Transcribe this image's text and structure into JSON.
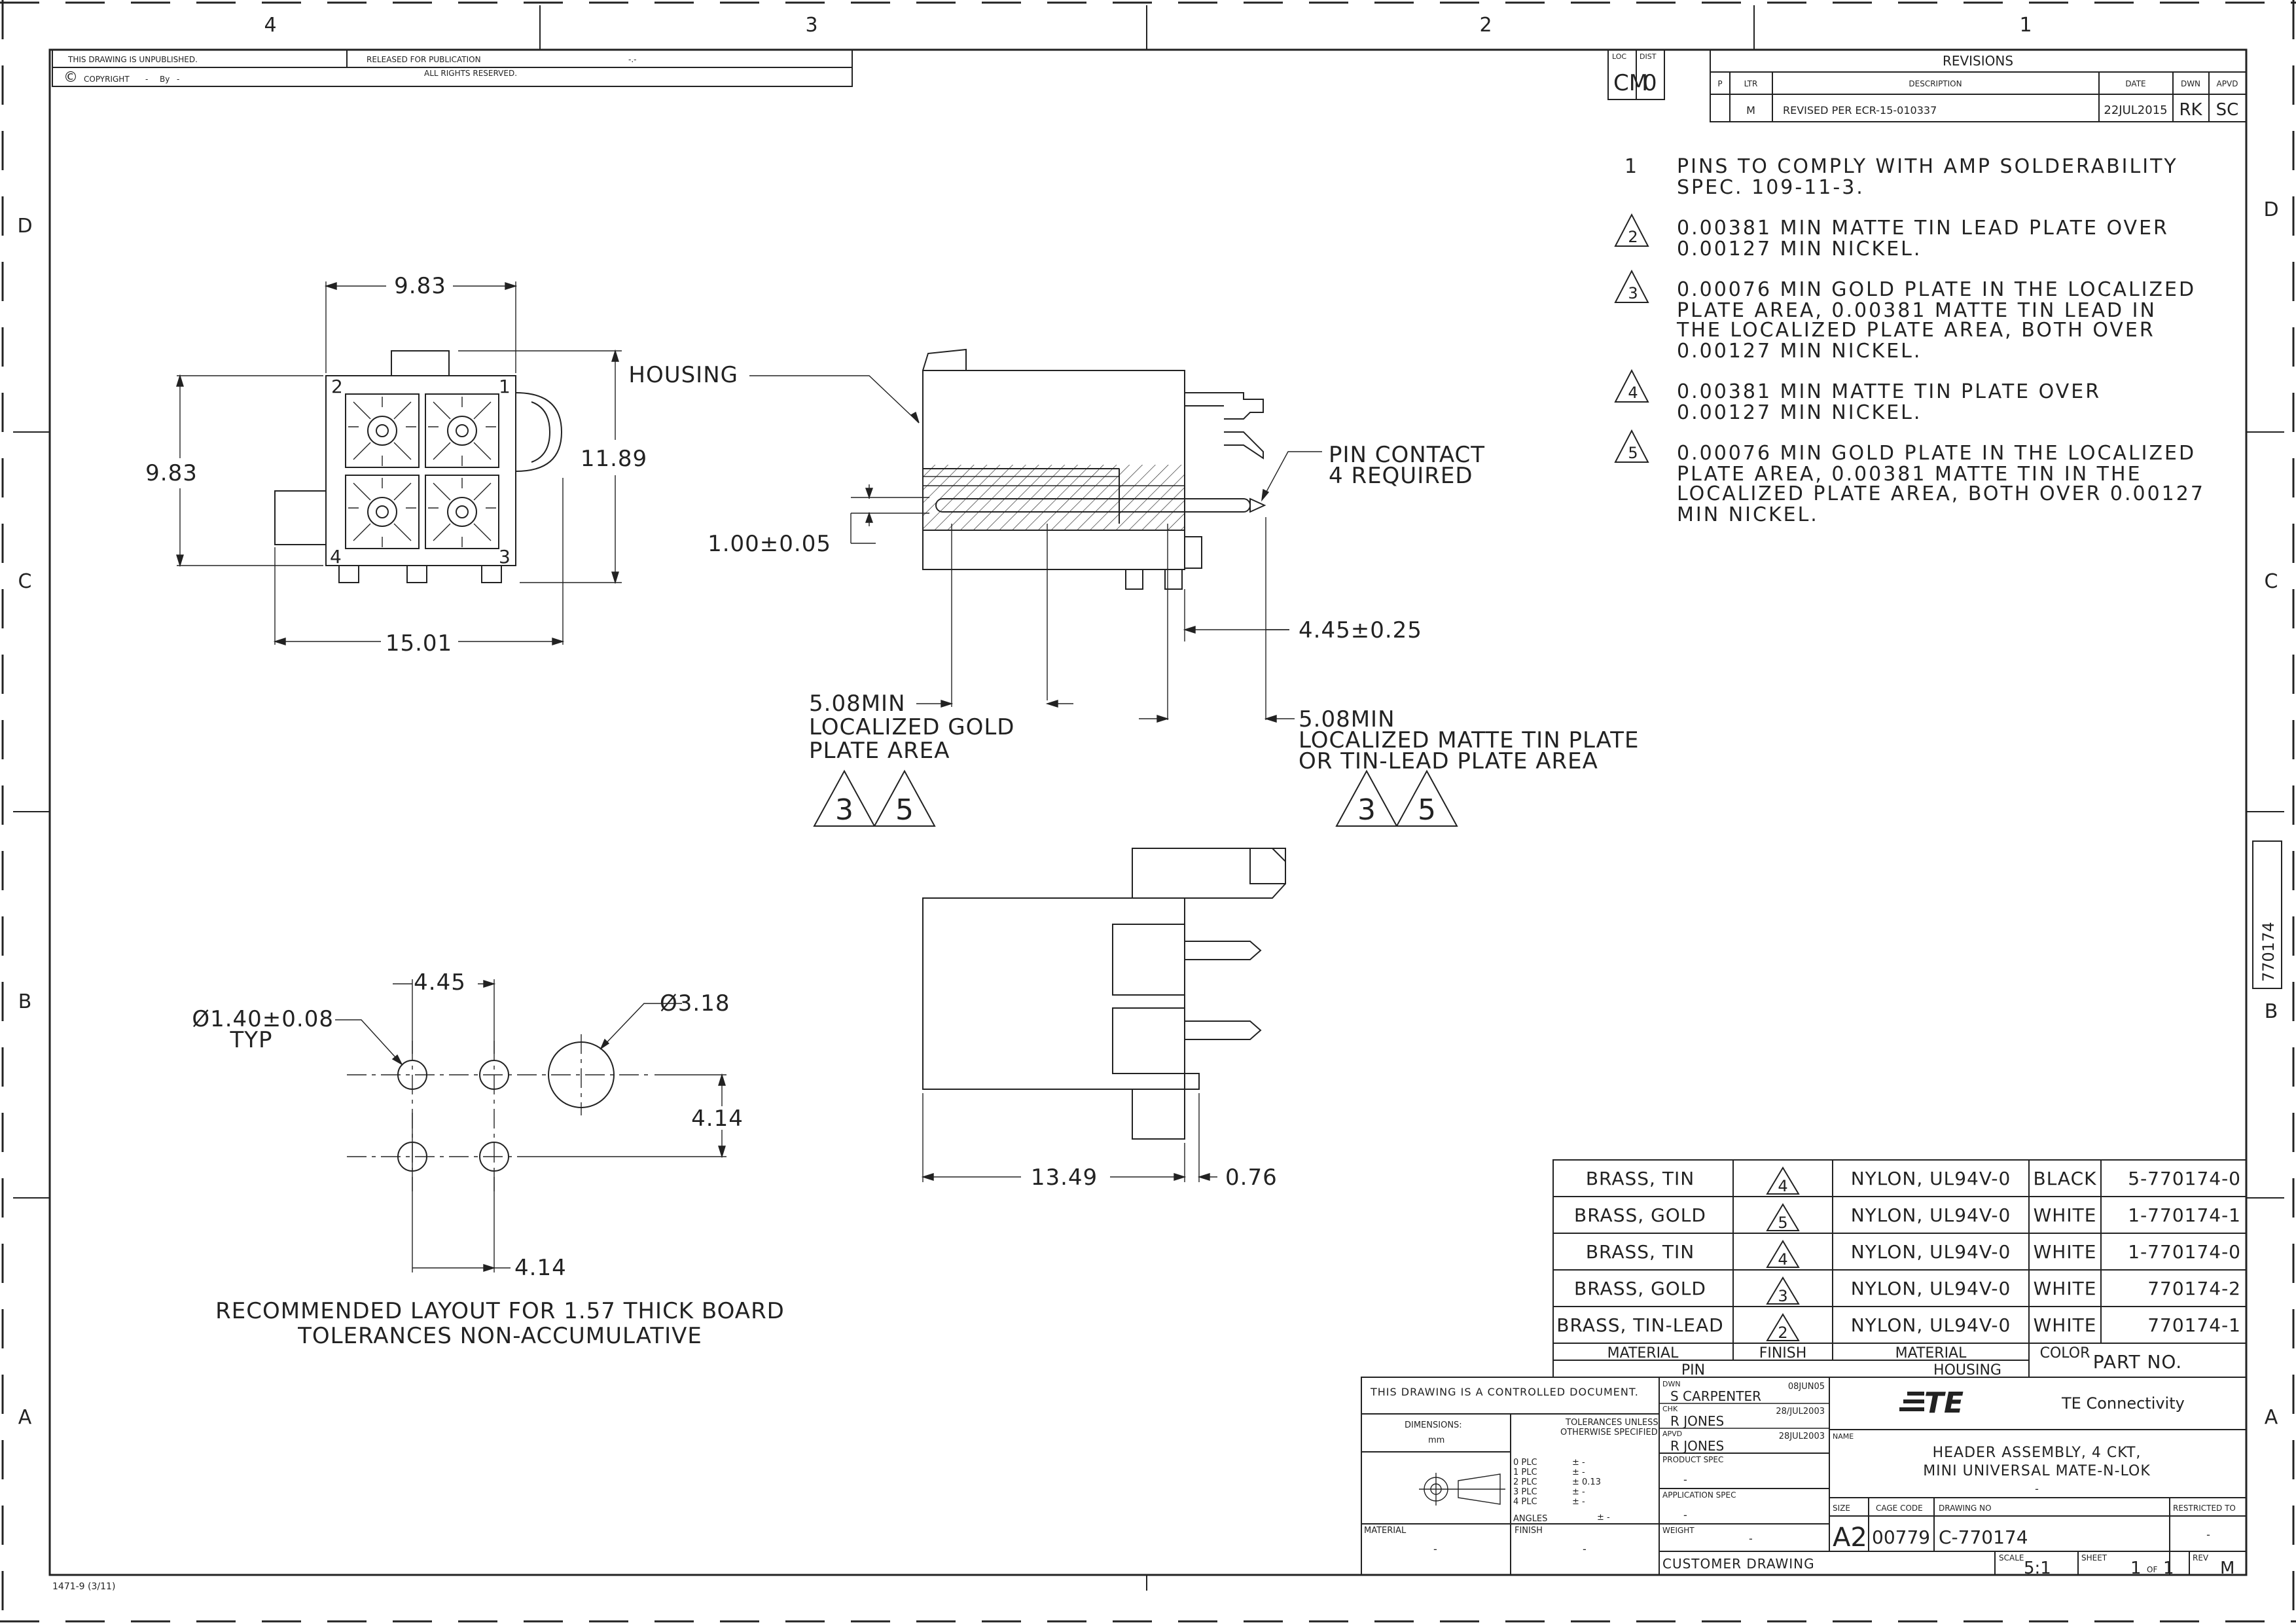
{
  "frame": {
    "columns": [
      "4",
      "3",
      "2",
      "1"
    ],
    "rows": [
      "D",
      "C",
      "B",
      "A"
    ],
    "form_no": "1471-9 (3/11)",
    "side_tab": "770174"
  },
  "header": {
    "unpublished": "THIS DRAWING IS UNPUBLISHED.",
    "released": "RELEASED FOR PUBLICATION",
    "release_dash": "-.-",
    "copyright_symbol": "©",
    "copyright": "COPYRIGHT",
    "copyright_dash": "-",
    "by": "By",
    "by_dash": "-",
    "rights": "ALL RIGHTS RESERVED."
  },
  "loc_dist": {
    "loc_label": "LOC",
    "loc": "CM",
    "dist_label": "DIST",
    "dist": "0"
  },
  "revisions": {
    "title": "REVISIONS",
    "col_p": "P",
    "col_ltr": "LTR",
    "col_desc": "DESCRIPTION",
    "col_date": "DATE",
    "col_dwn": "DWN",
    "col_apvd": "APVD",
    "ltr": "M",
    "desc": "REVISED PER ECR-15-010337",
    "date": "22JUL2015",
    "dwn": "RK",
    "apvd": "SC"
  },
  "notes": [
    {
      "num": "1",
      "line1": "PINS TO COMPLY WITH AMP SOLDERABILITY",
      "line2": "SPEC. 109-11-3.",
      "line3": "",
      "line4": ""
    },
    {
      "num": "2",
      "line1": "0.00381 MIN MATTE TIN LEAD PLATE OVER",
      "line2": "0.00127 MIN NICKEL.",
      "line3": "",
      "line4": ""
    },
    {
      "num": "3",
      "line1": "0.00076 MIN GOLD PLATE IN THE LOCALIZED",
      "line2": "PLATE AREA, 0.00381 MATTE TIN LEAD IN",
      "line3": "THE LOCALIZED PLATE AREA, BOTH OVER",
      "line4": "0.00127 MIN NICKEL."
    },
    {
      "num": "4",
      "line1": "0.00381 MIN MATTE TIN PLATE OVER",
      "line2": "0.00127 MIN NICKEL.",
      "line3": "",
      "line4": ""
    },
    {
      "num": "5",
      "line1": "0.00076 MIN GOLD PLATE IN THE LOCALIZED",
      "line2": "PLATE AREA, 0.00381 MATTE TIN IN THE",
      "line3": "LOCALIZED PLATE AREA, BOTH OVER 0.00127",
      "line4": "MIN NICKEL."
    }
  ],
  "front_view": {
    "width_top": "9.83",
    "height_left": "9.83",
    "height_right": "11.89",
    "width_bottom": "15.01",
    "pos1": "1",
    "pos2": "2",
    "pos3": "3",
    "pos4": "4"
  },
  "side_view": {
    "housing": "HOUSING",
    "pin_contact": "PIN CONTACT",
    "required": "4 REQUIRED",
    "pin_dia": "1.00±0.05",
    "tail": "4.45±0.25",
    "gold_len": "5.08MIN",
    "gold_l1": "LOCALIZED GOLD",
    "gold_l2": "PLATE AREA",
    "tin_len": "5.08MIN",
    "tin_l1": "LOCALIZED MATTE TIN PLATE",
    "tin_l2": "OR TIN-LEAD PLATE AREA",
    "tri_a": "3",
    "tri_b": "5",
    "tri_c": "3",
    "tri_d": "5"
  },
  "bottom_view": {
    "length": "13.49",
    "offset": "0.76"
  },
  "layout": {
    "hole_dia": "Ø1.40±0.08",
    "typ": "TYP",
    "peg_dia": "Ø3.18",
    "spacing_x": "4.45",
    "spacing_y": "4.14",
    "spacing_x2": "4.14",
    "caption1": "RECOMMENDED LAYOUT FOR 1.57 THICK BOARD",
    "caption2": "TOLERANCES NON-ACCUMULATIVE"
  },
  "parts_table": {
    "rows": [
      {
        "material": "BRASS, TIN",
        "finish": "4",
        "housing": "NYLON, UL94V-0",
        "color": "BLACK",
        "part": "5-770174-0"
      },
      {
        "material": "BRASS, GOLD",
        "finish": "5",
        "housing": "NYLON, UL94V-0",
        "color": "WHITE",
        "part": "1-770174-1"
      },
      {
        "material": "BRASS, TIN",
        "finish": "4",
        "housing": "NYLON, UL94V-0",
        "color": "WHITE",
        "part": "1-770174-0"
      },
      {
        "material": "BRASS, GOLD",
        "finish": "3",
        "housing": "NYLON, UL94V-0",
        "color": "WHITE",
        "part": "770174-2"
      },
      {
        "material": "BRASS, TIN-LEAD",
        "finish": "2",
        "housing": "NYLON, UL94V-0",
        "color": "WHITE",
        "part": "770174-1"
      }
    ],
    "h_material": "MATERIAL",
    "h_finish": "FINISH",
    "h_housing_material": "MATERIAL",
    "h_color": "COLOR",
    "h_pin": "PIN",
    "h_housing": "HOUSING",
    "h_part": "PART NO."
  },
  "title_block": {
    "controlled": "THIS DRAWING IS A CONTROLLED DOCUMENT.",
    "dimensions": "DIMENSIONS:",
    "units": "mm",
    "tol_title1": "TOLERANCES UNLESS",
    "tol_title2": "OTHERWISE SPECIFIED:",
    "tol_0": "0 PLC",
    "tol_0v": "± -",
    "tol_1": "1 PLC",
    "tol_1v": "± -",
    "tol_2": "2 PLC",
    "tol_2v": "± 0.13",
    "tol_3": "3 PLC",
    "tol_3v": "± -",
    "tol_4": "4 PLC",
    "tol_4v": "± -",
    "angles": "ANGLES",
    "angles_v": "± -",
    "material_label": "MATERIAL",
    "material": "-",
    "finish_label": "FINISH",
    "finish": "-",
    "dwn_label": "DWN",
    "dwn": "S CARPENTER",
    "dwn_date": "08JUN05",
    "chk_label": "CHK",
    "chk": "R JONES",
    "chk_date": "28/JUL2003",
    "apvd_label": "APVD",
    "apvd": "R JONES",
    "apvd_date": "28JUL2003",
    "product_spec": "PRODUCT SPEC",
    "product_spec_v": "-",
    "application_spec": "APPLICATION SPEC",
    "application_spec_v": "-",
    "weight_label": "WEIGHT",
    "weight": "-",
    "customer": "CUSTOMER DRAWING",
    "logo": "TE",
    "company": "TE Connectivity",
    "name_label": "NAME",
    "name1": "HEADER ASSEMBLY, 4 CKT,",
    "name2": "MINI UNIVERSAL MATE-N-LOK",
    "name3": "-",
    "size_label": "SIZE",
    "size": "A2",
    "cage_label": "CAGE CODE",
    "cage": "00779",
    "dwgno_label": "DRAWING NO",
    "dwgno": "C-770174",
    "restricted_label": "RESTRICTED TO",
    "restricted": "-",
    "scale_label": "SCALE",
    "scale": "5:1",
    "sheet_label": "SHEET",
    "sheet": "1",
    "of": "OF",
    "sheets": "1",
    "rev_label": "REV",
    "rev": "M"
  }
}
